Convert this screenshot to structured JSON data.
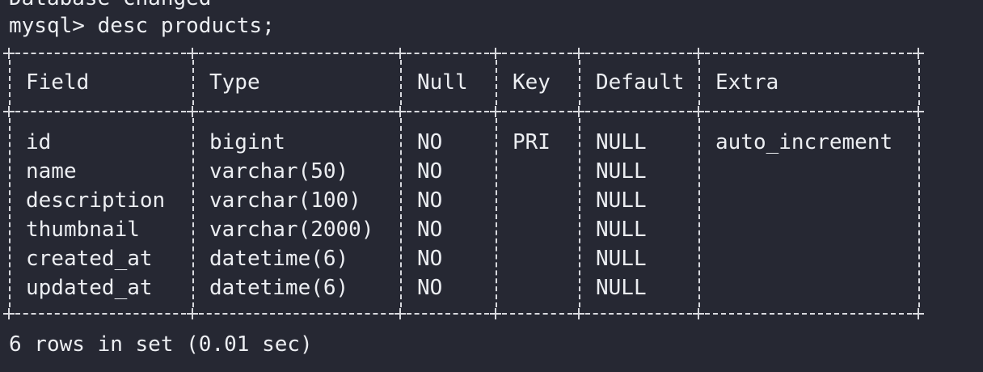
{
  "terminal": {
    "previous_line": "Database changed",
    "command": "mysql> desc products;",
    "result_summary": "6 rows in set (0.01 sec)",
    "colors": {
      "background": "#262833",
      "foreground": "#eceef2",
      "border": "#d8d9de"
    }
  },
  "table": {
    "columns": [
      "Field",
      "Type",
      "Null",
      "Key",
      "Default",
      "Extra"
    ],
    "rows": [
      [
        "id",
        "bigint",
        "NO",
        "PRI",
        "NULL",
        "auto_increment"
      ],
      [
        "name",
        "varchar(50)",
        "NO",
        "",
        "NULL",
        ""
      ],
      [
        "description",
        "varchar(100)",
        "NO",
        "",
        "NULL",
        ""
      ],
      [
        "thumbnail",
        "varchar(2000)",
        "NO",
        "",
        "NULL",
        ""
      ],
      [
        "created_at",
        "datetime(6)",
        "NO",
        "",
        "NULL",
        ""
      ],
      [
        "updated_at",
        "datetime(6)",
        "NO",
        "",
        "NULL",
        ""
      ]
    ]
  }
}
